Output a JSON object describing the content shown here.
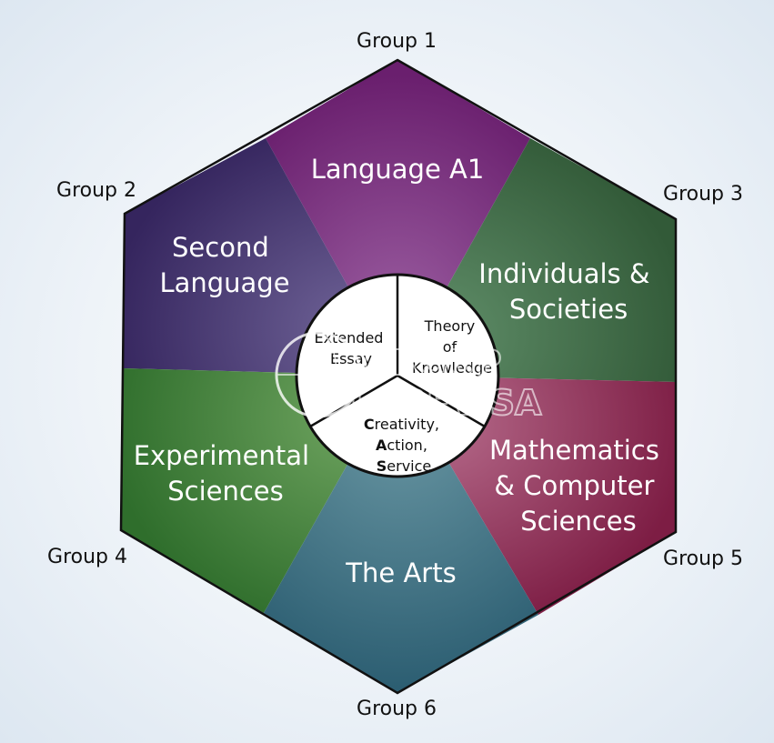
{
  "groups": {
    "g1": "Group 1",
    "g2": "Group 2",
    "g3": "Group 3",
    "g4": "Group 4",
    "g5": "Group 5",
    "g6": "Group 6"
  },
  "segments": {
    "s1": [
      "Language A1"
    ],
    "s2": [
      "Second",
      "Language"
    ],
    "s3": [
      "Individuals &",
      "Societies"
    ],
    "s4": [
      "Experimental",
      "Sciences"
    ],
    "s5": [
      "Mathematics",
      "& Computer",
      "Sciences"
    ],
    "s6": [
      "The Arts"
    ]
  },
  "core": {
    "essay": [
      "Extended",
      "Essay"
    ],
    "tok": [
      "Theory",
      "of",
      "Knowledge"
    ],
    "cas": [
      {
        "initial": "C",
        "rest": "reativity,"
      },
      {
        "initial": "A",
        "rest": "ction,"
      },
      {
        "initial": "S",
        "rest": "ervice"
      }
    ]
  },
  "watermark": {
    "line1": "GROUP",
    "line2": "LOBEVISA"
  },
  "colors": {
    "group1": "#8a3a8c",
    "group2": "#4a3a7a",
    "group3": "#3f7048",
    "group4": "#3f8a3f",
    "group5": "#9a2f57",
    "group6": "#3d6f84"
  }
}
